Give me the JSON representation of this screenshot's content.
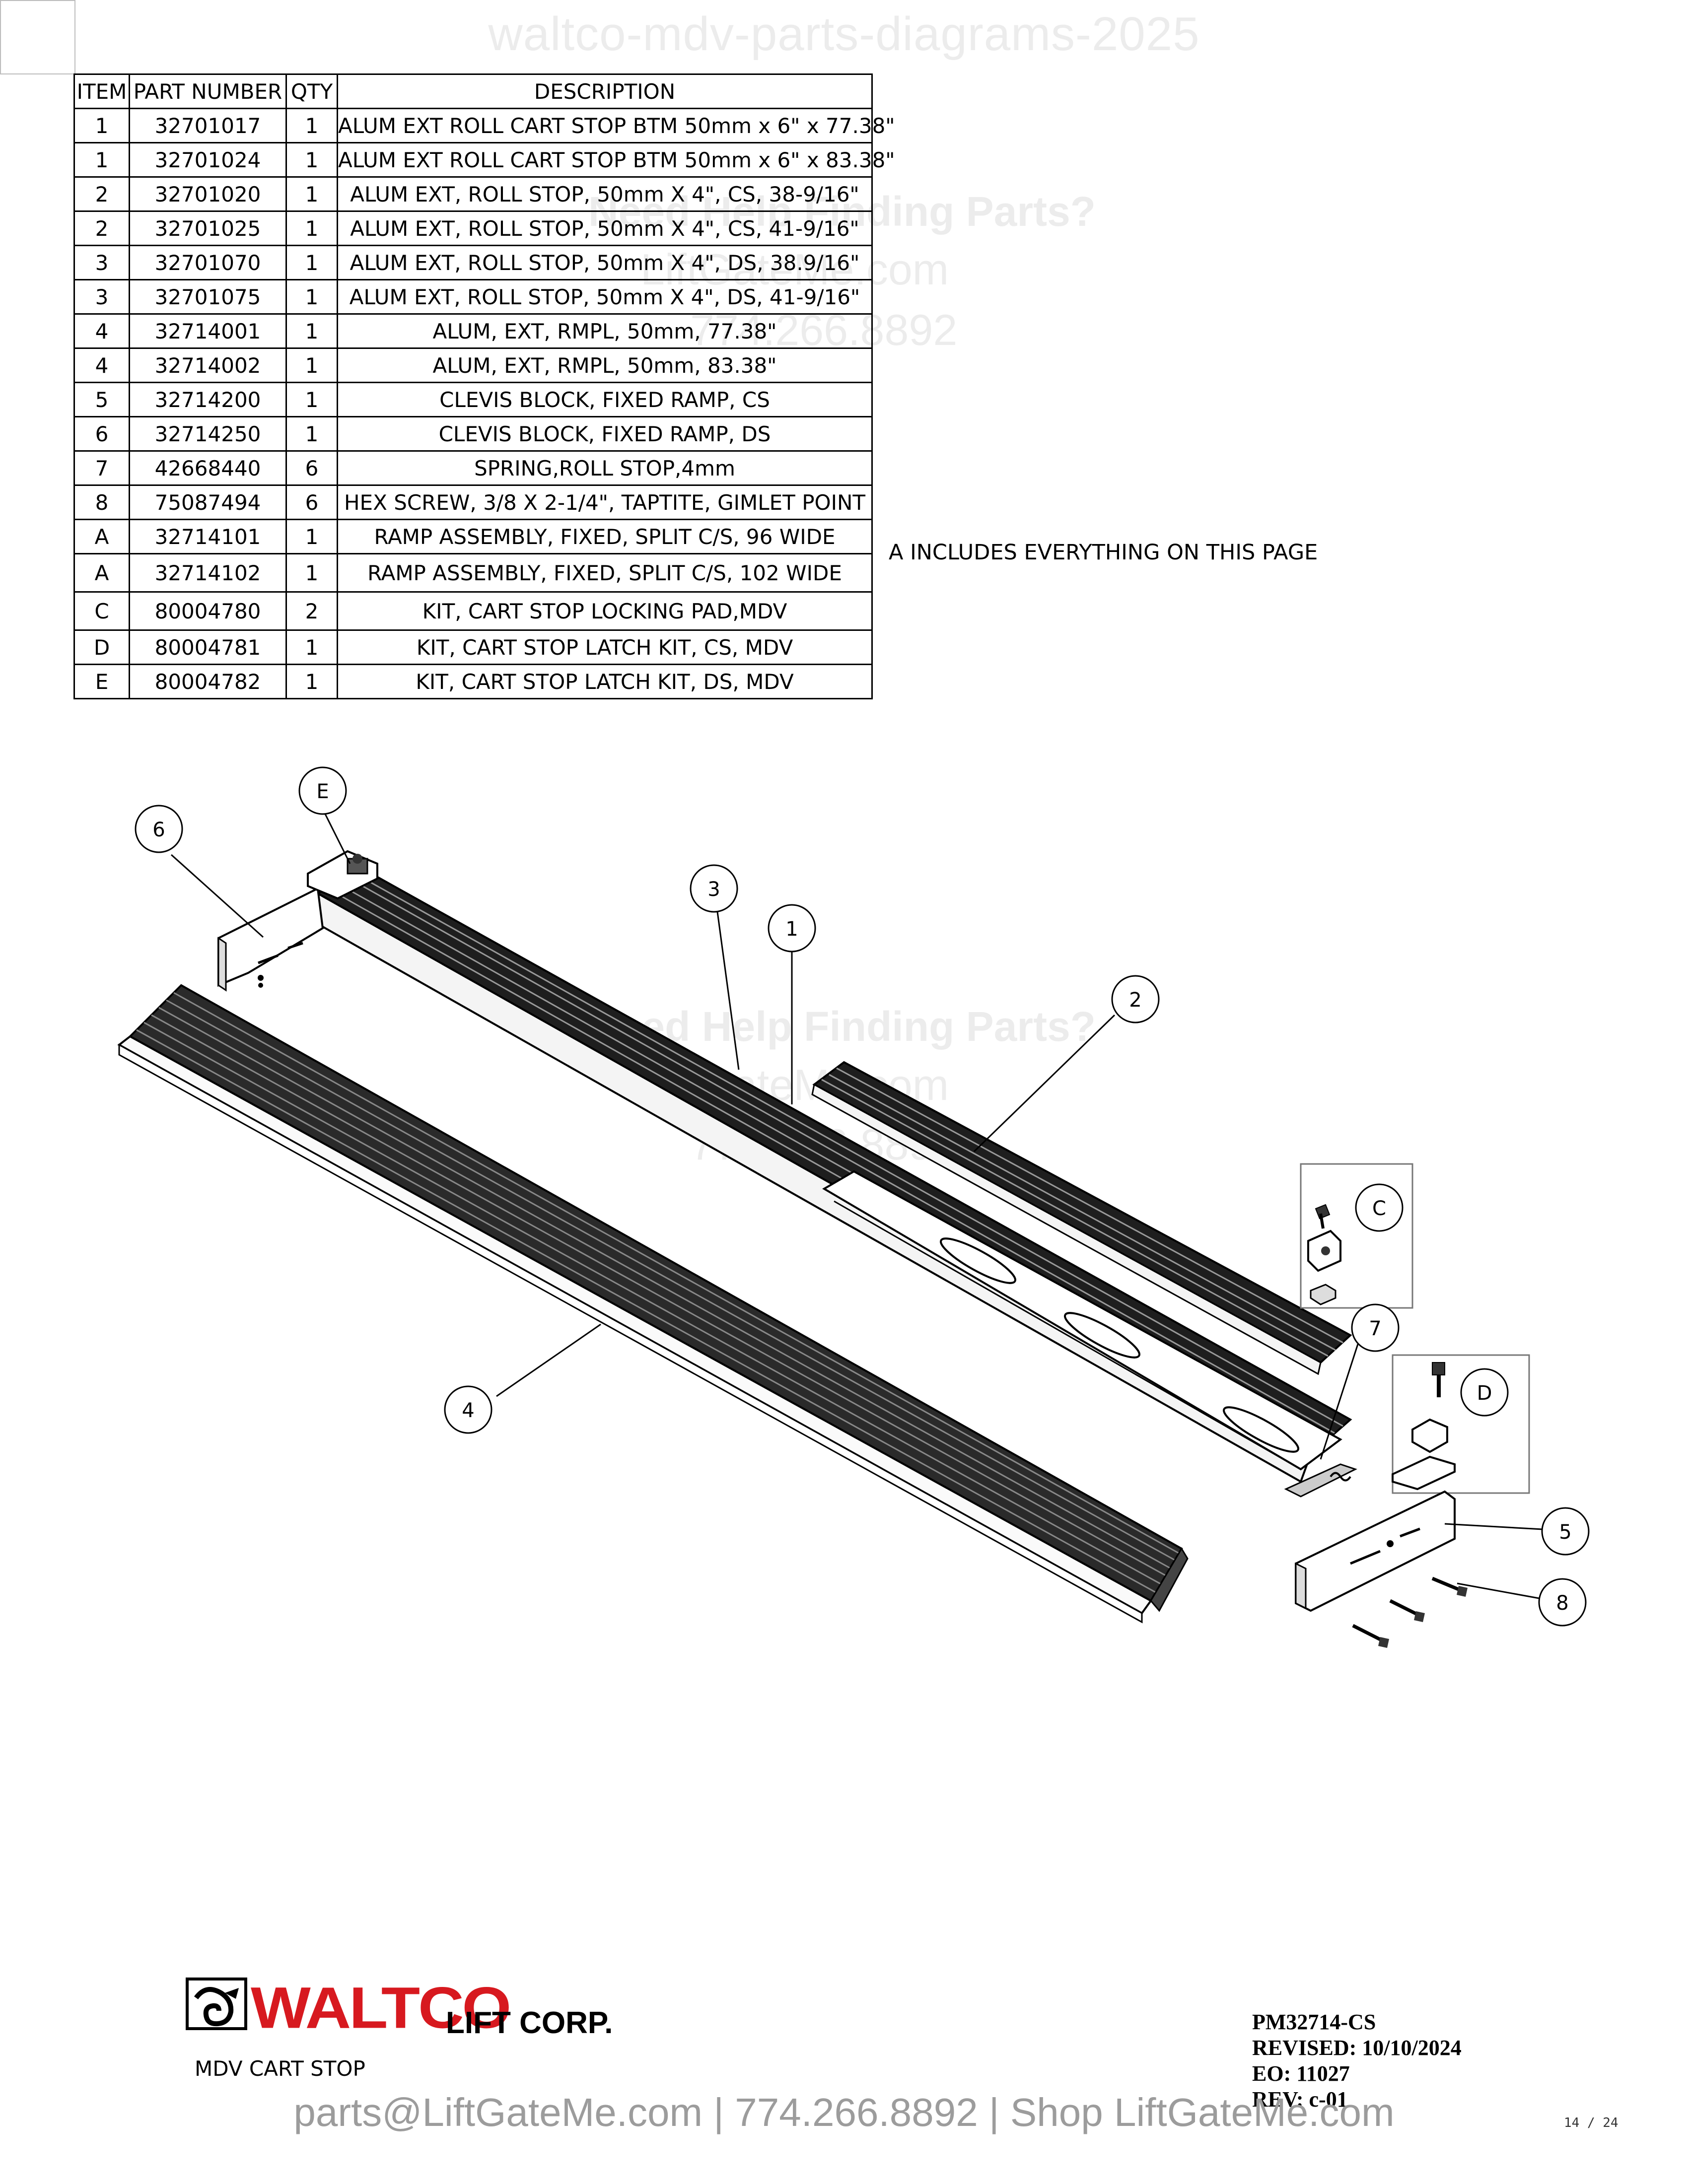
{
  "header": {
    "site_title": "waltco-mdv-parts-diagrams-2025"
  },
  "bom": {
    "headers": [
      "ITEM",
      "PART NUMBER",
      "QTY",
      "DESCRIPTION"
    ],
    "rows": [
      {
        "item": "1",
        "part": "32701017",
        "qty": "1",
        "desc": "ALUM EXT ROLL CART STOP BTM 50mm x 6\" x 77.38\""
      },
      {
        "item": "1",
        "part": "32701024",
        "qty": "1",
        "desc": "ALUM EXT ROLL CART STOP BTM 50mm x 6\" x 83.38\""
      },
      {
        "item": "2",
        "part": "32701020",
        "qty": "1",
        "desc": "ALUM EXT, ROLL STOP, 50mm X 4\", CS, 38-9/16\""
      },
      {
        "item": "2",
        "part": "32701025",
        "qty": "1",
        "desc": "ALUM EXT, ROLL STOP, 50mm X 4\", CS, 41-9/16\""
      },
      {
        "item": "3",
        "part": "32701070",
        "qty": "1",
        "desc": "ALUM EXT, ROLL STOP, 50mm X 4\", DS, 38.9/16\""
      },
      {
        "item": "3",
        "part": "32701075",
        "qty": "1",
        "desc": "ALUM EXT, ROLL STOP, 50mm X 4\", DS, 41-9/16\""
      },
      {
        "item": "4",
        "part": "32714001",
        "qty": "1",
        "desc": "ALUM, EXT, RMPL, 50mm, 77.38\""
      },
      {
        "item": "4",
        "part": "32714002",
        "qty": "1",
        "desc": "ALUM, EXT, RMPL, 50mm, 83.38\""
      },
      {
        "item": "5",
        "part": "32714200",
        "qty": "1",
        "desc": "CLEVIS BLOCK, FIXED RAMP, CS"
      },
      {
        "item": "6",
        "part": "32714250",
        "qty": "1",
        "desc": "CLEVIS BLOCK, FIXED RAMP, DS"
      },
      {
        "item": "7",
        "part": "42668440",
        "qty": "6",
        "desc": "SPRING,ROLL STOP,4mm"
      },
      {
        "item": "8",
        "part": "75087494",
        "qty": "6",
        "desc": "HEX SCREW, 3/8 X 2-1/4\", TAPTITE, GIMLET POINT"
      },
      {
        "item": "A",
        "part": "32714101",
        "qty": "1",
        "desc": "RAMP ASSEMBLY, FIXED, SPLIT C/S, 96 WIDE"
      },
      {
        "item": "A",
        "part": "32714102",
        "qty": "1",
        "desc": "RAMP ASSEMBLY, FIXED, SPLIT C/S, 102 WIDE"
      },
      {
        "item": "C",
        "part": "80004780",
        "qty": "2",
        "desc": "KIT, CART STOP LOCKING PAD,MDV"
      },
      {
        "item": "D",
        "part": "80004781",
        "qty": "1",
        "desc": "KIT, CART STOP LATCH KIT, CS, MDV"
      },
      {
        "item": "E",
        "part": "80004782",
        "qty": "1",
        "desc": "KIT, CART STOP LATCH KIT, DS, MDV"
      }
    ],
    "note": "A INCLUDES EVERYTHING ON THIS PAGE"
  },
  "watermark": {
    "line1": "Need Help Finding Parts?",
    "line2": "LiftGateMe.com",
    "line3": "774.266.8892"
  },
  "callouts": {
    "c1": "1",
    "c2": "2",
    "c3": "3",
    "c4": "4",
    "c5": "5",
    "c6": "6",
    "c7": "7",
    "c8": "8",
    "cC": "C",
    "cD": "D",
    "cE": "E"
  },
  "title_block": {
    "brand": "WALTCO",
    "brand_suffix": "LIFT CORP.",
    "drawing_title": "MDV CART STOP",
    "part_number": "PM32714-CS",
    "revised": "REVISED: 10/10/2024",
    "eo": "EO: 11027",
    "rev": "REV: c-01"
  },
  "footer": {
    "contact": "parts@LiftGateMe.com | 774.266.8892 | Shop LiftGateMe.com",
    "page": "14 / 24"
  },
  "colors": {
    "brand_red": "#d7191f",
    "footer_gray": "#9c9c9c"
  }
}
